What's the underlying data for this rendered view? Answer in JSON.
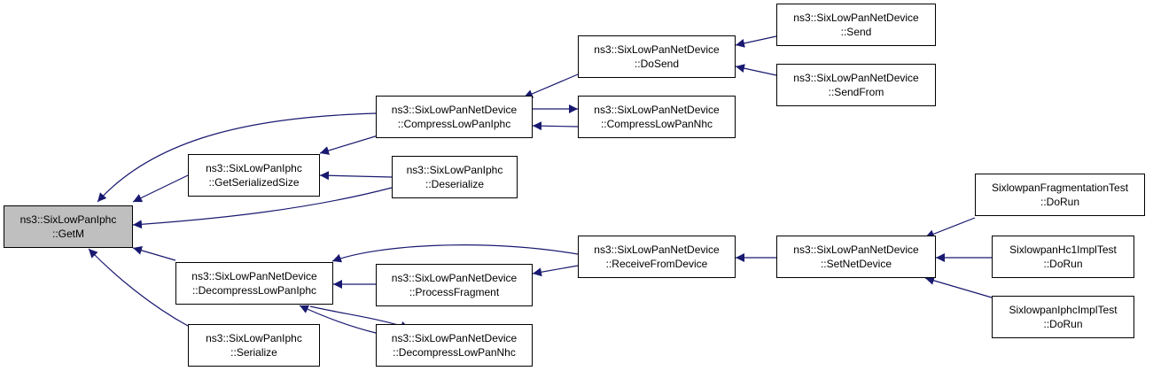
{
  "colors": {
    "edge": "#191970",
    "focus_fill": "#bfbfbf",
    "node_fill": "#ffffff",
    "border": "#000000"
  },
  "nodes": {
    "getm": {
      "line1": "ns3::SixLowPanIphc",
      "line2": "::GetM"
    },
    "serialized_size": {
      "line1": "ns3::SixLowPanIphc",
      "line2": "::GetSerializedSize"
    },
    "serialize": {
      "line1": "ns3::SixLowPanIphc",
      "line2": "::Serialize"
    },
    "deserialize": {
      "line1": "ns3::SixLowPanIphc",
      "line2": "::Deserialize"
    },
    "compress_iphc": {
      "line1": "ns3::SixLowPanNetDevice",
      "line2": "::CompressLowPanIphc"
    },
    "decompress_iphc": {
      "line1": "ns3::SixLowPanNetDevice",
      "line2": "::DecompressLowPanIphc"
    },
    "process_fragment": {
      "line1": "ns3::SixLowPanNetDevice",
      "line2": "::ProcessFragment"
    },
    "decompress_nhc": {
      "line1": "ns3::SixLowPanNetDevice",
      "line2": "::DecompressLowPanNhc"
    },
    "do_send": {
      "line1": "ns3::SixLowPanNetDevice",
      "line2": "::DoSend"
    },
    "compress_nhc": {
      "line1": "ns3::SixLowPanNetDevice",
      "line2": "::CompressLowPanNhc"
    },
    "receive_from": {
      "line1": "ns3::SixLowPanNetDevice",
      "line2": "::ReceiveFromDevice"
    },
    "send": {
      "line1": "ns3::SixLowPanNetDevice",
      "line2": "::Send"
    },
    "send_from": {
      "line1": "ns3::SixLowPanNetDevice",
      "line2": "::SendFrom"
    },
    "set_net_device": {
      "line1": "ns3::SixLowPanNetDevice",
      "line2": "::SetNetDevice"
    },
    "frag_test": {
      "line1": "SixlowpanFragmentationTest",
      "line2": "::DoRun"
    },
    "hc1_test": {
      "line1": "SixlowpanHc1ImplTest",
      "line2": "::DoRun"
    },
    "iphc_test": {
      "line1": "SixlowpanIphcImplTest",
      "line2": "::DoRun"
    }
  }
}
